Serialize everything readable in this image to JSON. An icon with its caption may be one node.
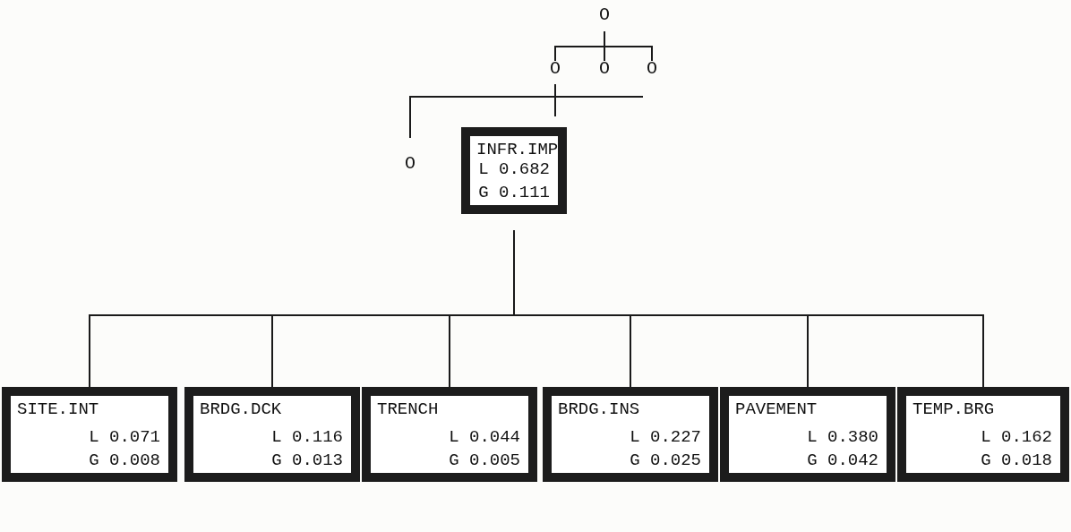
{
  "diagram": {
    "nodes": [
      {
        "text": [
          "O"
        ]
      },
      {
        "text": [
          "O"
        ]
      },
      {
        "text": [
          "O"
        ]
      },
      {
        "text": [
          "O"
        ]
      },
      {
        "text": [
          "O"
        ]
      },
      {
        "text": [
          "INFR.IMP",
          "L 0.682",
          "G 0.111"
        ]
      },
      {
        "text": [
          "SITE.INT",
          "L 0.071",
          "G 0.008"
        ]
      },
      {
        "text": [
          "BRDG.DCK",
          "L 0.116",
          "G 0.013"
        ]
      },
      {
        "text": [
          "TRENCH",
          "L 0.044",
          "G 0.005"
        ]
      },
      {
        "text": [
          "BRDG.INS",
          "L 0.227",
          "G 0.025"
        ]
      },
      {
        "text": [
          "PAVEMENT",
          "L 0.380",
          "G 0.042"
        ]
      },
      {
        "text": [
          "TEMP.BRG",
          "L 0.162",
          "G 0.018"
        ]
      }
    ],
    "edges": [
      {
        "from": 0,
        "to": 1,
        "arrow": "none"
      },
      {
        "from": 0,
        "to": 2,
        "arrow": "none"
      },
      {
        "from": 0,
        "to": 3,
        "arrow": "none"
      },
      {
        "from": 1,
        "to": 4,
        "arrow": "none"
      },
      {
        "from": 1,
        "to": 5,
        "arrow": "none"
      },
      {
        "from": 1,
        "to": null,
        "arrow": "none"
      },
      {
        "from": 5,
        "to": 6,
        "arrow": "none"
      },
      {
        "from": 5,
        "to": 7,
        "arrow": "none"
      },
      {
        "from": 5,
        "to": 8,
        "arrow": "none"
      },
      {
        "from": 5,
        "to": 9,
        "arrow": "none"
      },
      {
        "from": 5,
        "to": 10,
        "arrow": "none"
      },
      {
        "from": 5,
        "to": 11,
        "arrow": "none"
      }
    ]
  }
}
